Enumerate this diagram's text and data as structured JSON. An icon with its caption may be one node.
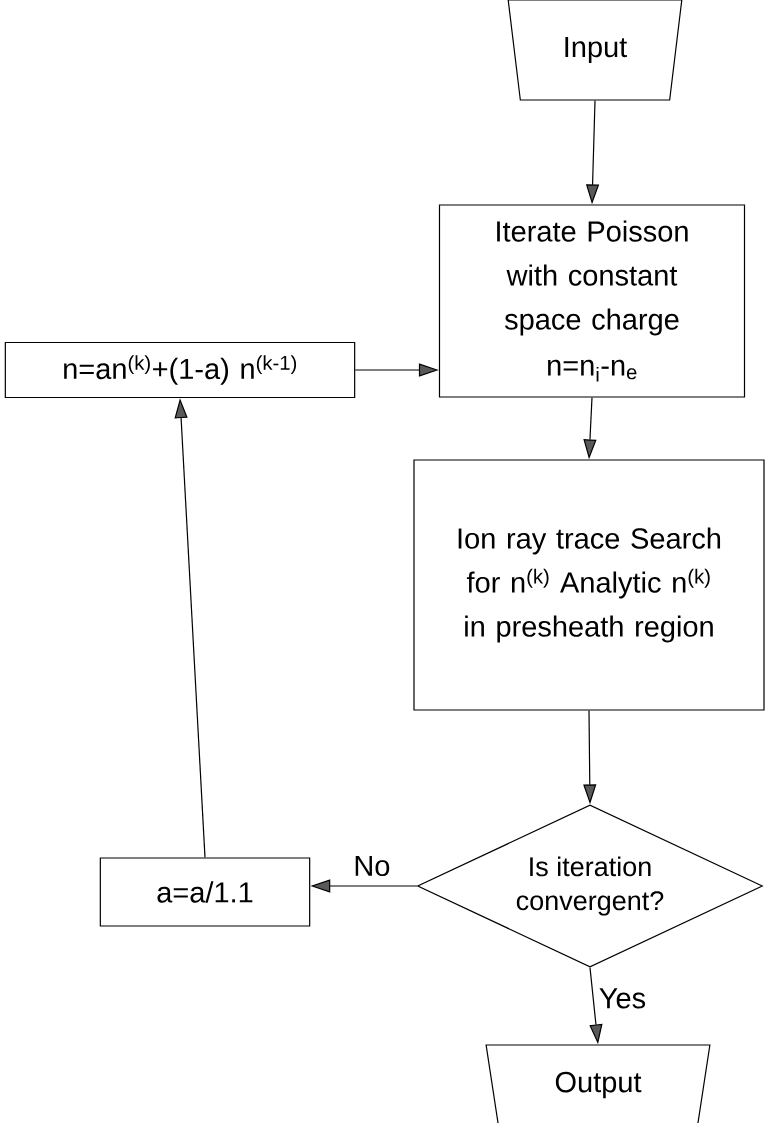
{
  "diagram": {
    "nodes": [
      {
        "text": [
          "Input"
        ]
      },
      {
        "text": [
          "Iterate Poisson with constant space charge",
          "n=n$_{i}$-n$_{e}$"
        ]
      },
      {
        "text": [
          "Ion ray trace Search for n$^{(k)}$ Analytic n$^{(k)}$ in presheath region"
        ]
      },
      {
        "text": [
          "Is iteration convergent?"
        ]
      },
      {
        "text": [
          "Output"
        ]
      },
      {
        "text": [
          "a=a/1.1"
        ]
      },
      {
        "text": [
          "n=an$^{(k)}$+(1-a) n$^{(k-1)}$"
        ]
      }
    ],
    "edges": [
      {
        "from": 0,
        "to": 1,
        "arrow": "to"
      },
      {
        "from": 1,
        "to": 2,
        "arrow": "to"
      },
      {
        "from": 2,
        "to": 3,
        "arrow": "to"
      },
      {
        "from": 3,
        "to": 5,
        "arrow": "to",
        "label": "No"
      },
      {
        "from": 3,
        "to": 4,
        "arrow": "to",
        "label": "Yes"
      },
      {
        "from": 5,
        "to": 6,
        "arrow": "to"
      },
      {
        "from": 6,
        "to": 1,
        "arrow": "to"
      }
    ]
  }
}
